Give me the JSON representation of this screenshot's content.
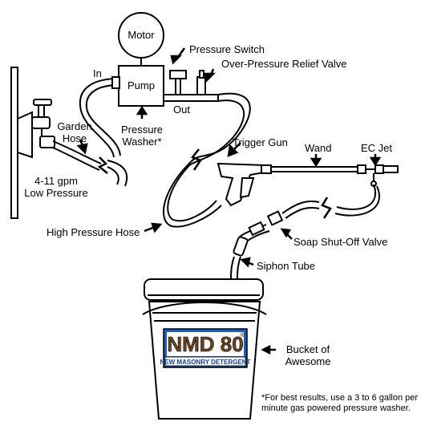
{
  "components": {
    "motor": "Motor",
    "pump": "Pump",
    "pressure_switch": "Pressure Switch",
    "relief_valve": "Over-Pressure Relief Valve",
    "inlet": "In",
    "outlet": "Out",
    "garden_hose": [
      "Garden",
      "Hose"
    ],
    "pressure_washer": [
      "Pressure",
      "Washer*"
    ],
    "flow_rate": [
      "4-11 gpm",
      "Low Pressure"
    ],
    "trigger_gun": "Trigger Gun",
    "wand": "Wand",
    "ec_jet": "EC Jet",
    "high_pressure_hose": "High Pressure Hose",
    "soap_valve": "Soap Shut-Off Valve",
    "siphon_tube": "Siphon Tube",
    "bucket": [
      "Bucket of",
      "Awesome"
    ]
  },
  "bucket_logo": {
    "brand": "NMD 80",
    "registered": "®",
    "tagline": "NEW MASONRY DETERGENT"
  },
  "footnote": [
    "*For best results, use a 3 to 6 gallon per",
    "minute gas powered pressure washer."
  ]
}
